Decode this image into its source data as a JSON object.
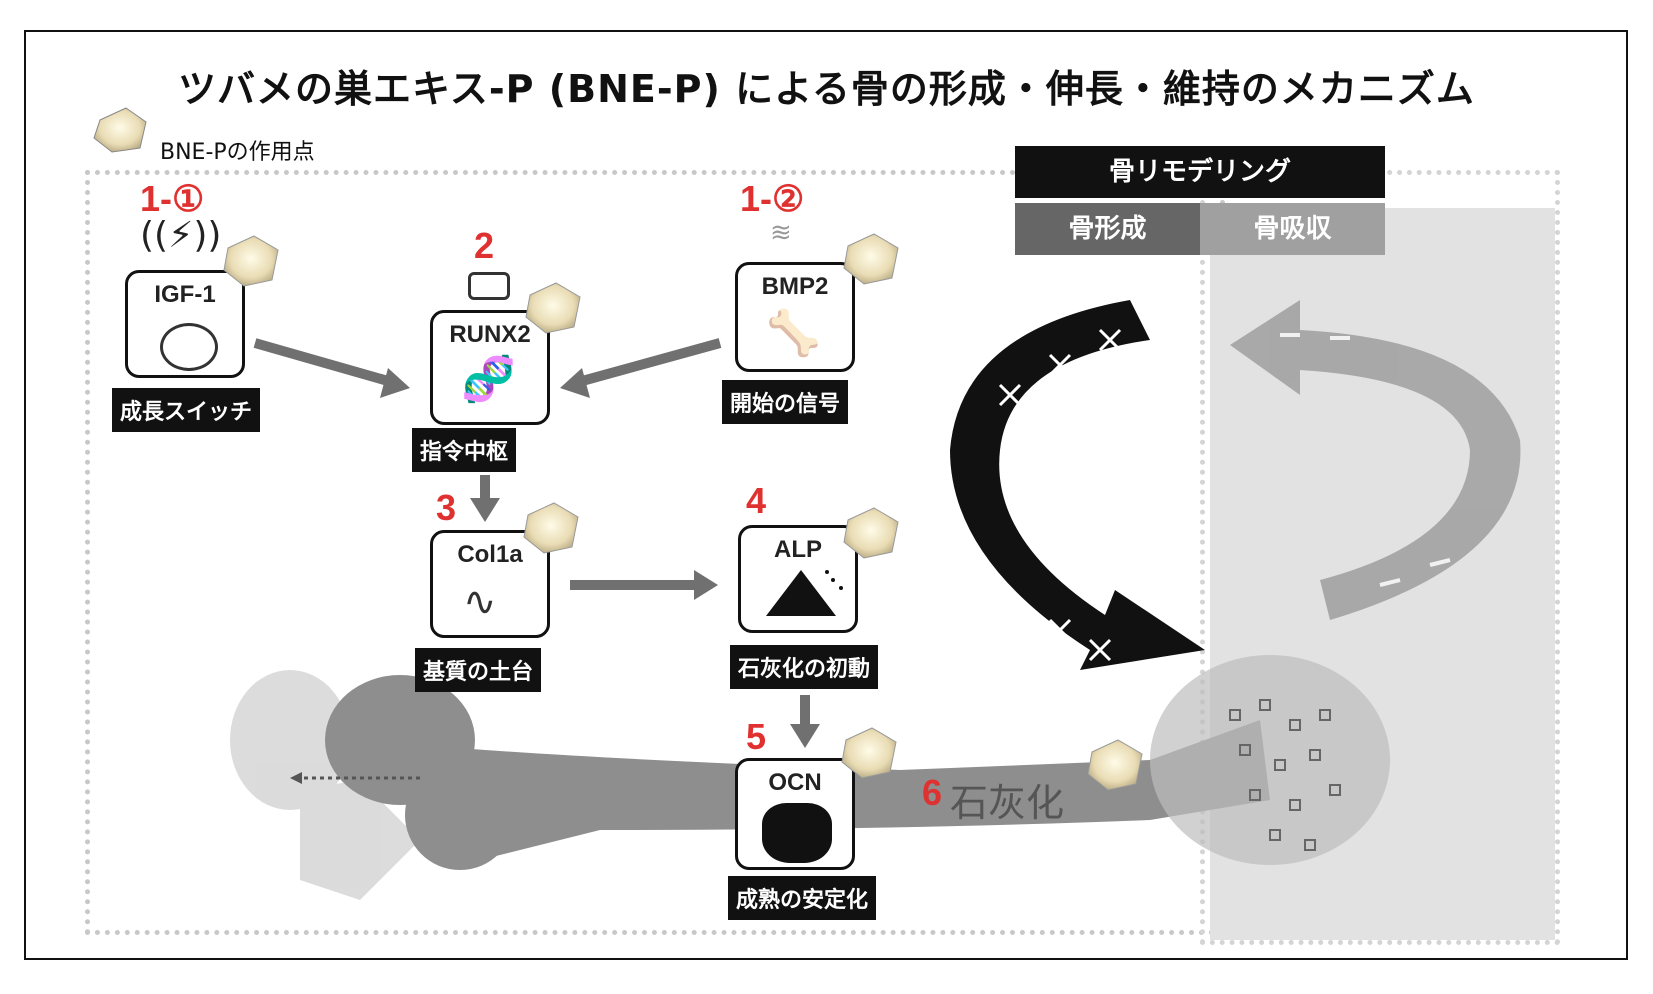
{
  "title": "ツバメの巣エキス-P (BNE-P) による骨の形成・伸長・維持のメカニズム",
  "legend": {
    "label": "BNE-Pの作用点"
  },
  "remodeling": {
    "header": "骨リモデリング",
    "formation": "骨形成",
    "resorption": "骨吸収"
  },
  "nodes": [
    {
      "num": "1-①",
      "name": "IGF-1",
      "caption": "成長スイッチ"
    },
    {
      "num": "2",
      "name": "RUNX2",
      "caption": "指令中枢"
    },
    {
      "num": "1-②",
      "name": "BMP2",
      "caption": "開始の信号"
    },
    {
      "num": "3",
      "name": "Col1a",
      "caption": "基質の土台"
    },
    {
      "num": "4",
      "name": "ALP",
      "caption": "石灰化の初動"
    },
    {
      "num": "5",
      "name": "OCN",
      "caption": "成熟の安定化"
    }
  ],
  "mineralization": {
    "num": "6",
    "label": "石灰化"
  },
  "icons": [
    "bird-nest-icon",
    "lightning-icon",
    "button-icon",
    "robot-icon",
    "dna-icon",
    "bone-icon",
    "signal-icon",
    "fiber-icon",
    "powder-icon",
    "crystal-icon"
  ],
  "colors": {
    "accent_red": "#e03131",
    "arrow_gray": "#707070",
    "bone_gray": "#9a9a9a"
  }
}
